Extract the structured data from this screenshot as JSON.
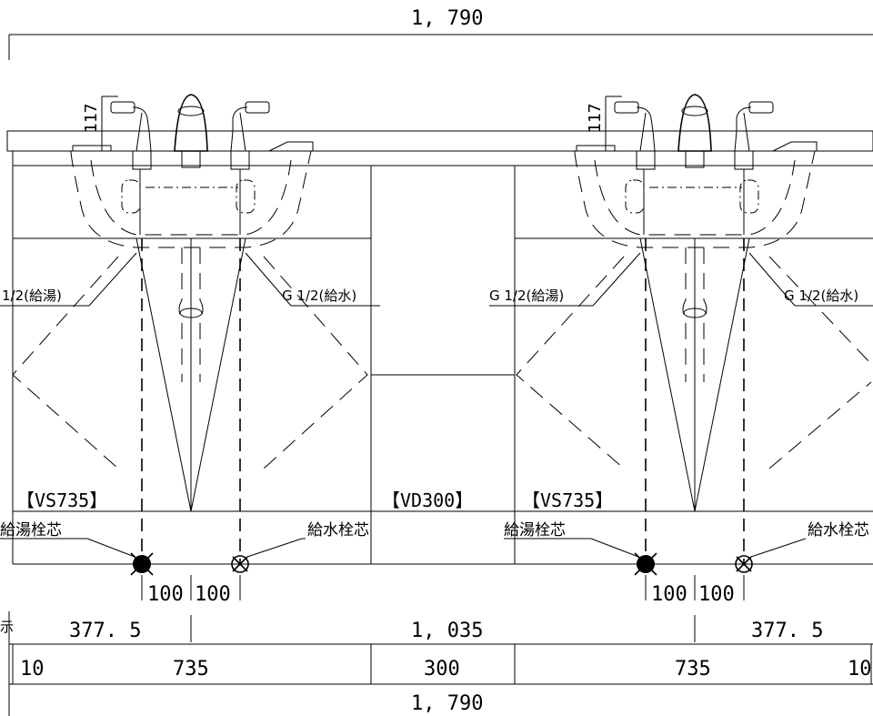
{
  "dimensions": {
    "top_total": "1, 790",
    "bottom_total": "1, 790",
    "tap_height": "117",
    "offset_left": "377. 5",
    "center_span": "1, 035",
    "offset_right": "377. 5",
    "edge_left": "10",
    "basin_left": "735",
    "middle": "300",
    "basin_right": "735",
    "edge_right": "10",
    "pipe_gap_a": "100",
    "pipe_gap_b": "100",
    "cut_char": "示"
  },
  "units": {
    "left": {
      "model": "【VS735】",
      "hot_pipe": "1/2(給湯)",
      "cold_pipe": "G 1/2(給水)",
      "hot_center": "給湯栓芯",
      "cold_center": "給水栓芯"
    },
    "middle": {
      "model": "【VD300】"
    },
    "right": {
      "model": "【VS735】",
      "hot_pipe": "G 1/2(給湯)",
      "cold_pipe": "G 1/2(給水)",
      "hot_center": "給湯栓芯",
      "cold_center": "給水栓芯"
    }
  },
  "colors": {
    "line": "#000000",
    "background": "#ffffff"
  }
}
